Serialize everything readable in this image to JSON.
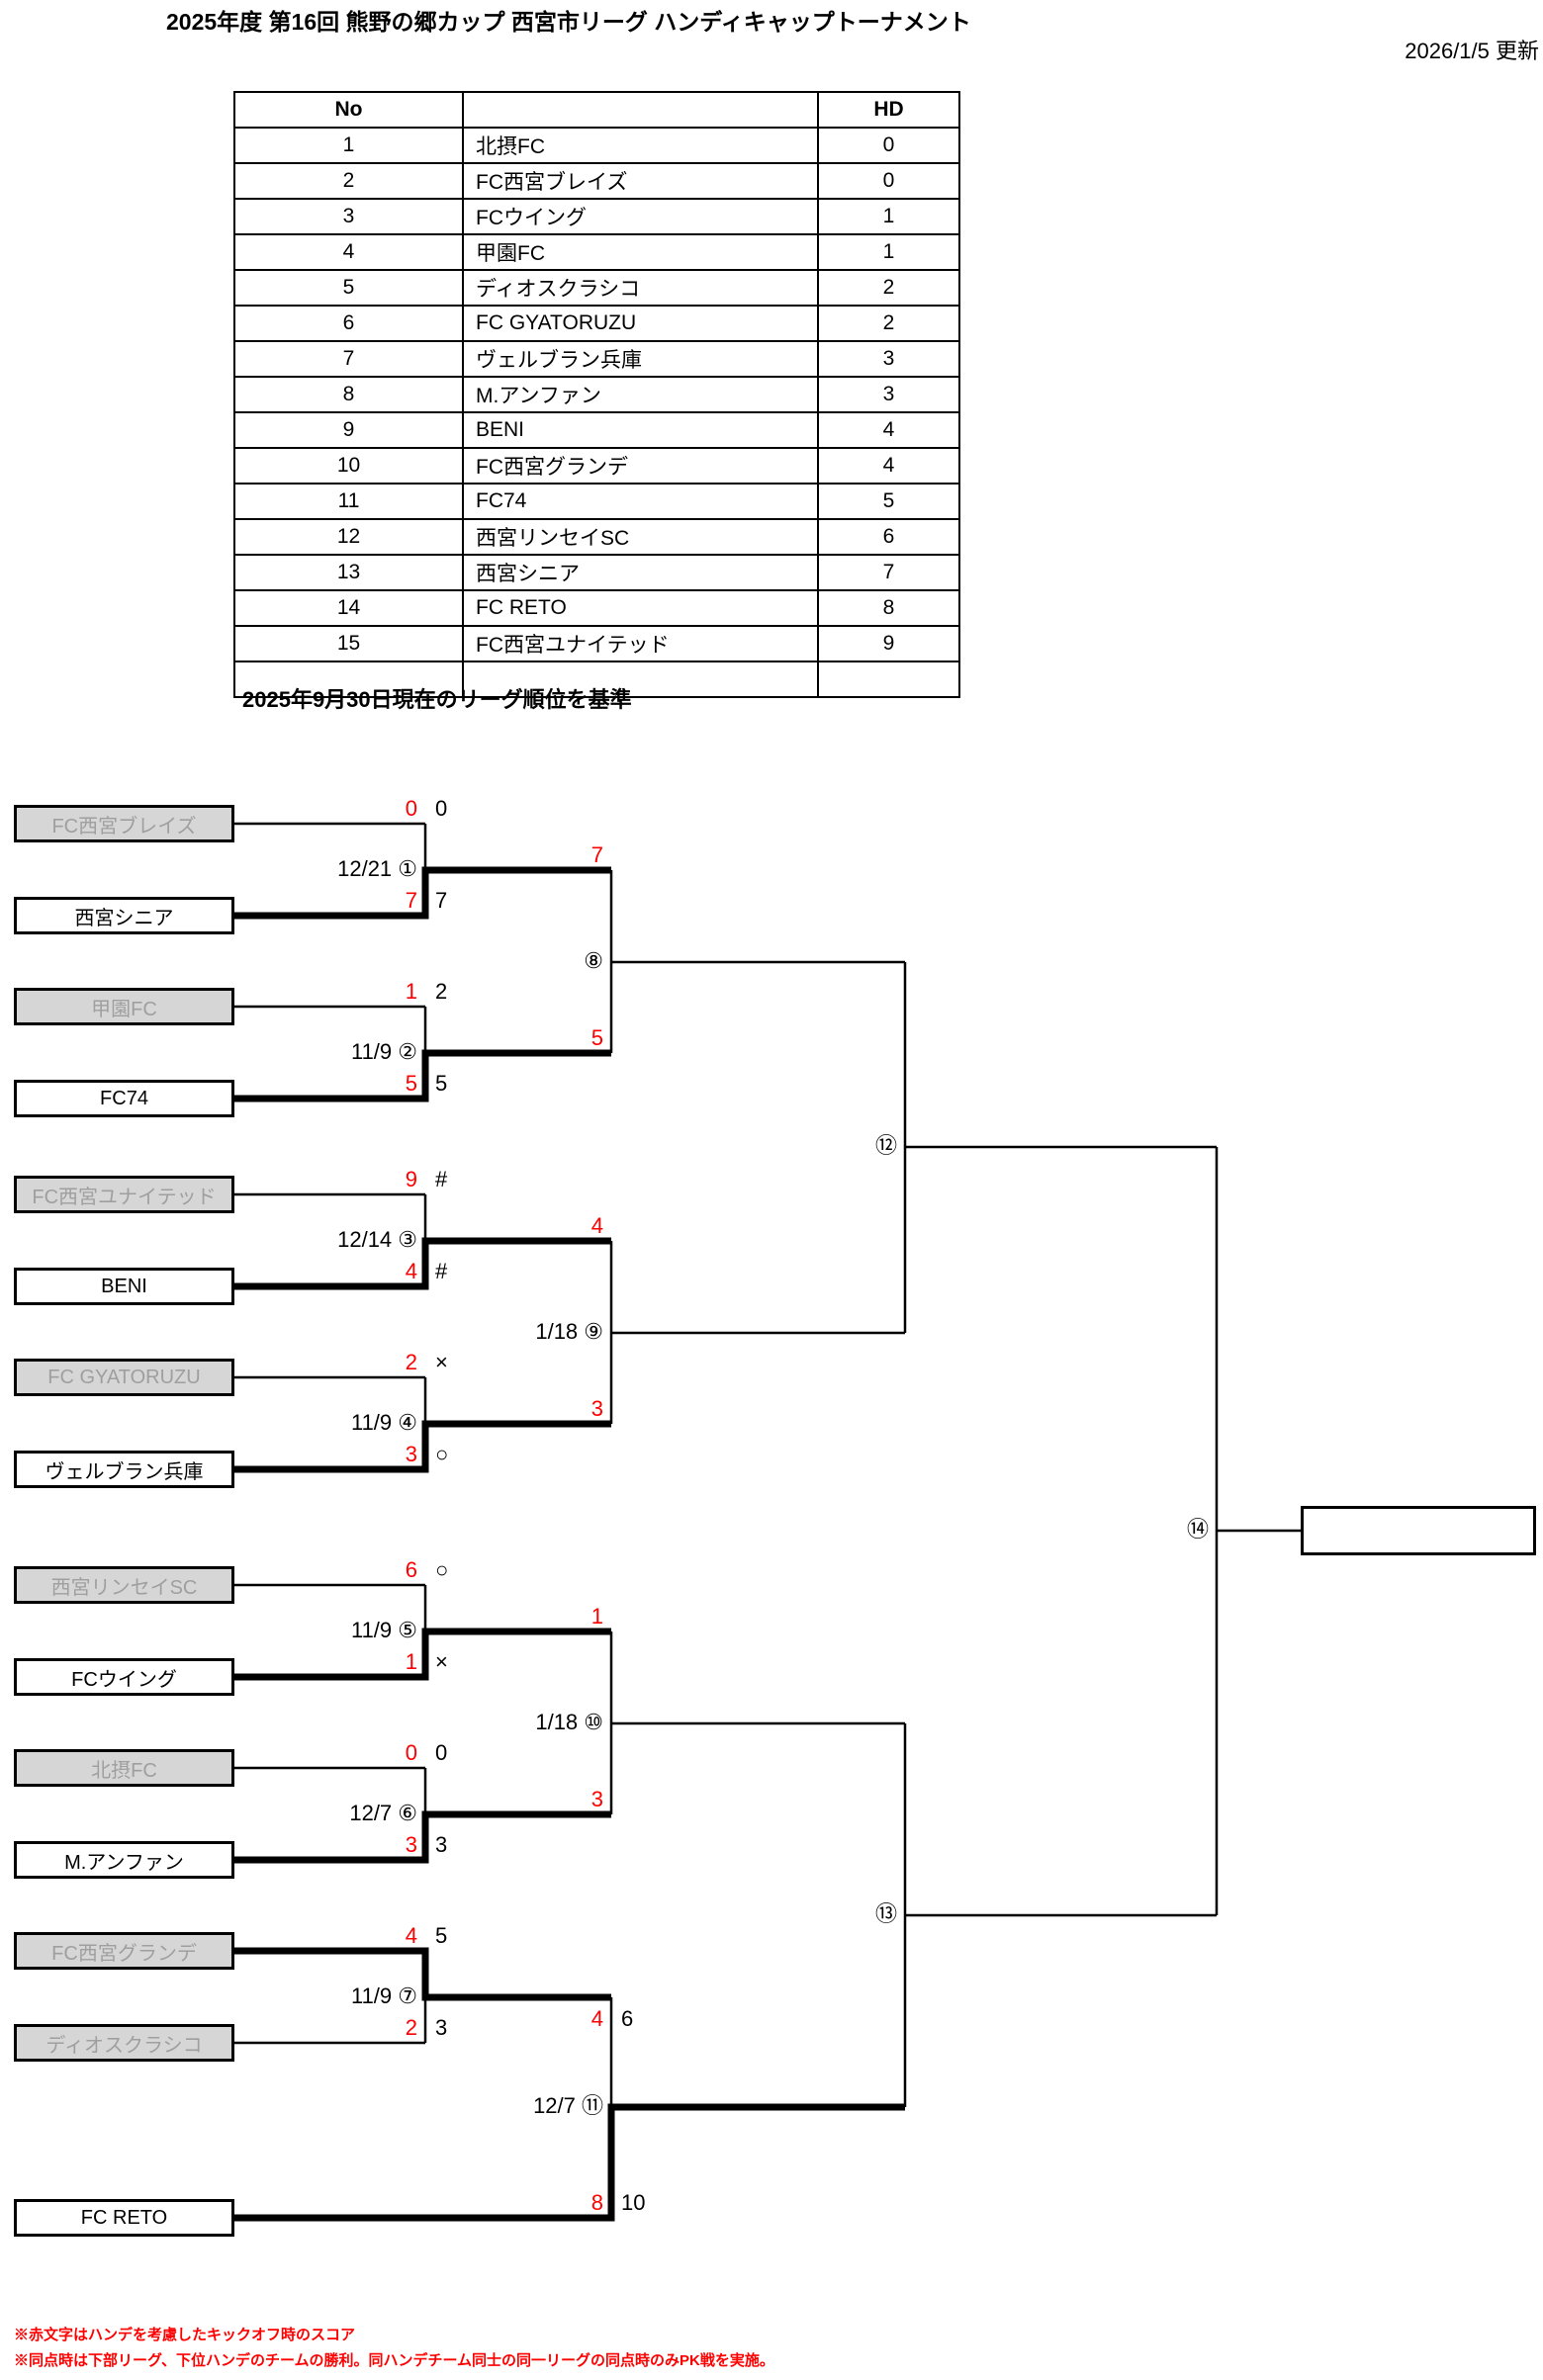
{
  "header": {
    "title": "2025年度 第16回 熊野の郷カップ 西宮市リーグ ハンディキャップトーナメント",
    "updated": "2026/1/5 更新"
  },
  "standings": {
    "col_no": "No",
    "col_team": "",
    "col_hd": "HD",
    "rows": [
      [
        "1",
        "北摂FC",
        "0"
      ],
      [
        "2",
        "FC西宮ブレイズ",
        "0"
      ],
      [
        "3",
        "FCウイング",
        "1"
      ],
      [
        "4",
        "甲園FC",
        "1"
      ],
      [
        "5",
        "ディオスクラシコ",
        "2"
      ],
      [
        "6",
        "FC GYATORUZU",
        "2"
      ],
      [
        "7",
        "ヴェルブラン兵庫",
        "3"
      ],
      [
        "8",
        "M.アンファン",
        "3"
      ],
      [
        "9",
        "BENI",
        "4"
      ],
      [
        "10",
        "FC西宮グランデ",
        "4"
      ],
      [
        "11",
        "FC74",
        "5"
      ],
      [
        "12",
        "西宮リンセイSC",
        "6"
      ],
      [
        "13",
        "西宮シニア",
        "7"
      ],
      [
        "14",
        "FC RETO",
        "8"
      ],
      [
        "15",
        "FC西宮ユナイテッド",
        "9"
      ],
      [
        "",
        "",
        ""
      ]
    ],
    "caption": "2025年9月30日現在のリーグ順位を基準"
  },
  "bracket": {
    "teams": [
      "FC西宮ブレイズ",
      "西宮シニア",
      "甲園FC",
      "FC74",
      "FC西宮ユナイテッド",
      "BENI",
      "FC GYATORUZU",
      "ヴェルブラン兵庫",
      "西宮リンセイSC",
      "FCウイング",
      "北摂FC",
      "M.アンファン",
      "FC西宮グランデ",
      "ディオスクラシコ",
      "FC RETO"
    ],
    "matches": {
      "m1": {
        "label": "12/21 ①",
        "top_red": "0",
        "top_final": "0",
        "bottom_red": "7",
        "bottom_final": "7"
      },
      "m2": {
        "label": "11/9 ②",
        "top_red": "1",
        "top_final": "2",
        "bottom_red": "5",
        "bottom_final": "5"
      },
      "m3": {
        "label": "12/14 ③",
        "top_red": "9",
        "top_final": "#",
        "bottom_red": "4",
        "bottom_final": "#"
      },
      "m4": {
        "label": "11/9 ④",
        "top_red": "2",
        "top_final": "×",
        "bottom_red": "3",
        "bottom_final": "○"
      },
      "m5": {
        "label": "11/9 ⑤",
        "top_red": "6",
        "top_final": "○",
        "bottom_red": "1",
        "bottom_final": "×"
      },
      "m6": {
        "label": "12/7 ⑥",
        "top_red": "0",
        "top_final": "0",
        "bottom_red": "3",
        "bottom_final": "3"
      },
      "m7": {
        "label": "11/9 ⑦",
        "top_red": "4",
        "top_final": "5",
        "bottom_red": "2",
        "bottom_final": "3"
      },
      "m8": {
        "label": "⑧",
        "top_red": "7",
        "bottom_red": "5"
      },
      "m9": {
        "label": "1/18 ⑨",
        "top_red": "4",
        "bottom_red": "3"
      },
      "m10": {
        "label": "1/18 ⑩",
        "top_red": "1",
        "bottom_red": "3"
      },
      "m11": {
        "label": "12/7 ⑪",
        "top_red": "4",
        "top_final": "6",
        "bottom_red": "8",
        "bottom_final": "10"
      },
      "m12": {
        "label": "⑫"
      },
      "m13": {
        "label": "⑬"
      },
      "m14": {
        "label": "⑭"
      }
    },
    "champion": ""
  },
  "notes": {
    "line1": "※赤文字はハンデを考慮したキックオフ時のスコア",
    "line2": "※同点時は下部リーグ、下位ハンデのチームの勝利。同ハンデチーム同士の同一リーグの同点時のみPK戦を実施。"
  },
  "colors": {
    "score_red": "#ff0000",
    "eliminated_fill": "#d6d6d6",
    "eliminated_text": "#9f9f9f",
    "line": "#000000"
  }
}
